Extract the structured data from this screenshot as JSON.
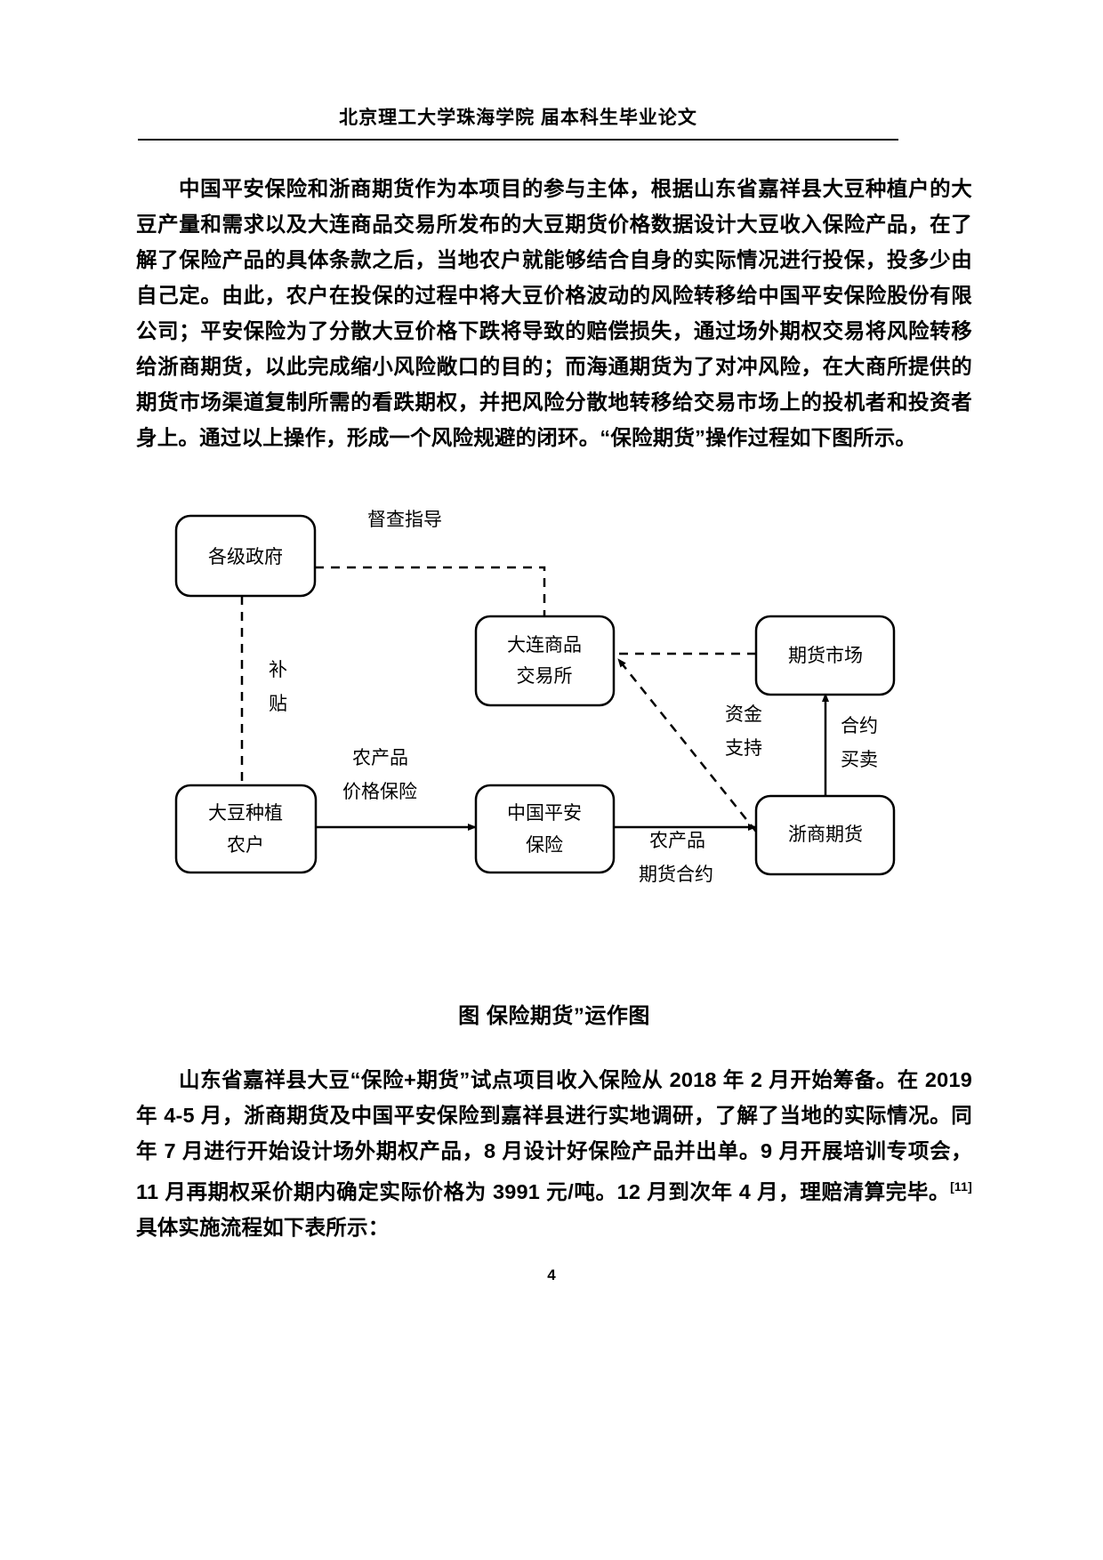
{
  "header": {
    "title": "北京理工大学珠海学院 届本科生毕业论文"
  },
  "body": {
    "paragraph_1": "中国平安保险和浙商期货作为本项目的参与主体，根据山东省嘉祥县大豆种植户的大豆产量和需求以及大连商品交易所发布的大豆期货价格数据设计大豆收入保险产品，在了解了保险产品的具体条款之后，当地农户就能够结合自身的实际情况进行投保，投多少由自己定。由此，农户在投保的过程中将大豆价格波动的风险转移给中国平安保险股份有限公司；平安保险为了分散大豆价格下跌将导致的赔偿损失，通过场外期权交易将风险转移给浙商期货，以此完成缩小风险敞口的目的；而海通期货为了对冲风险，在大商所提供的期货市场渠道复制所需的看跌期权，并把风险分散地转移给交易市场上的投机者和投资者身上。通过以上操作，形成一个风险规避的闭环。“保险期货”操作过程如下图所示。",
    "paragraph_2_part1": "山东省嘉祥县大豆“保险+期货”试点项目收入保险从 2018 年 2 月开始筹备。在 2019 年 4-5 月，浙商期货及中国平安保险到嘉祥县进行实地调研，了解了当地的实际情况。同年 7 月进行开始设计场外期权产品，8 月设计好保险产品并出单。9 月开展培训专项会，11 月再期权采价期内确定实际价格为 3991 元/吨。12 月到次年 4 月，理赔清算完毕。",
    "paragraph_2_citation": "[11]",
    "paragraph_2_part2": "具体实施流程如下表所示："
  },
  "figure": {
    "caption": "图 保险期货”运作图",
    "nodes": [
      {
        "id": "gov",
        "label_line1": "各级政府",
        "label_line2": ""
      },
      {
        "id": "dce",
        "label_line1": "大连商品",
        "label_line2": "交易所"
      },
      {
        "id": "futures-market",
        "label_line1": "期货市场",
        "label_line2": ""
      },
      {
        "id": "farmers",
        "label_line1": "大豆种植",
        "label_line2": "农户"
      },
      {
        "id": "pingan",
        "label_line1": "中国平安",
        "label_line2": "保险"
      },
      {
        "id": "zheshang",
        "label_line1": "浙商期货",
        "label_line2": ""
      }
    ],
    "edge_labels": [
      {
        "id": "supervise",
        "text": "督查指导",
        "style": "dashed"
      },
      {
        "id": "subsidy-line1",
        "text": "补",
        "style": "dashed"
      },
      {
        "id": "subsidy-line2",
        "text": "贴",
        "style": "dashed"
      },
      {
        "id": "price-insurance-line1",
        "text": "农产品",
        "style": "solid"
      },
      {
        "id": "price-insurance-line2",
        "text": "价格保险",
        "style": "solid"
      },
      {
        "id": "futures-contract-line1",
        "text": "农产品",
        "style": "solid"
      },
      {
        "id": "futures-contract-line2",
        "text": "期货合约",
        "style": "solid"
      },
      {
        "id": "funding-line1",
        "text": "资金",
        "style": "dashed"
      },
      {
        "id": "funding-line2",
        "text": "支持",
        "style": "dashed"
      },
      {
        "id": "trade-line1",
        "text": "合约",
        "style": "solid"
      },
      {
        "id": "trade-line2",
        "text": "买卖",
        "style": "solid"
      }
    ]
  },
  "footer": {
    "page_number": "4"
  },
  "colors": {
    "ink": "#000000",
    "paper": "#ffffff"
  }
}
